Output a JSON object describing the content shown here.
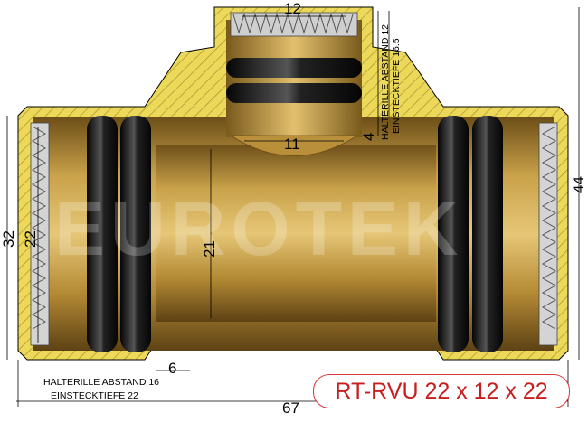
{
  "product": {
    "model": "RT-RVU 22 x 12 x 22",
    "watermark": "EUROTEK"
  },
  "dimensions": {
    "top_branch_width": "12",
    "branch_inner_width": "11",
    "branch_wall": "4",
    "inner_diameter": "21",
    "bore_left": "22",
    "outer_left": "32",
    "outer_height": "44",
    "total_length": "67",
    "socket_offset": "6"
  },
  "notes": {
    "branch_groove": "HALTERILLE ABSTAND 12",
    "branch_depth": "EINSTECKTIEFE 16.5",
    "main_groove": "HALTERILLE ABSTAND 16",
    "main_depth": "EINSTECKTIEFE 22"
  },
  "colors": {
    "brass": "#c9a24a",
    "brass_dark": "#7a5a1c",
    "hatch": "#e9d65a",
    "ring": "#1a1a1a",
    "accent": "#d43a3a"
  }
}
